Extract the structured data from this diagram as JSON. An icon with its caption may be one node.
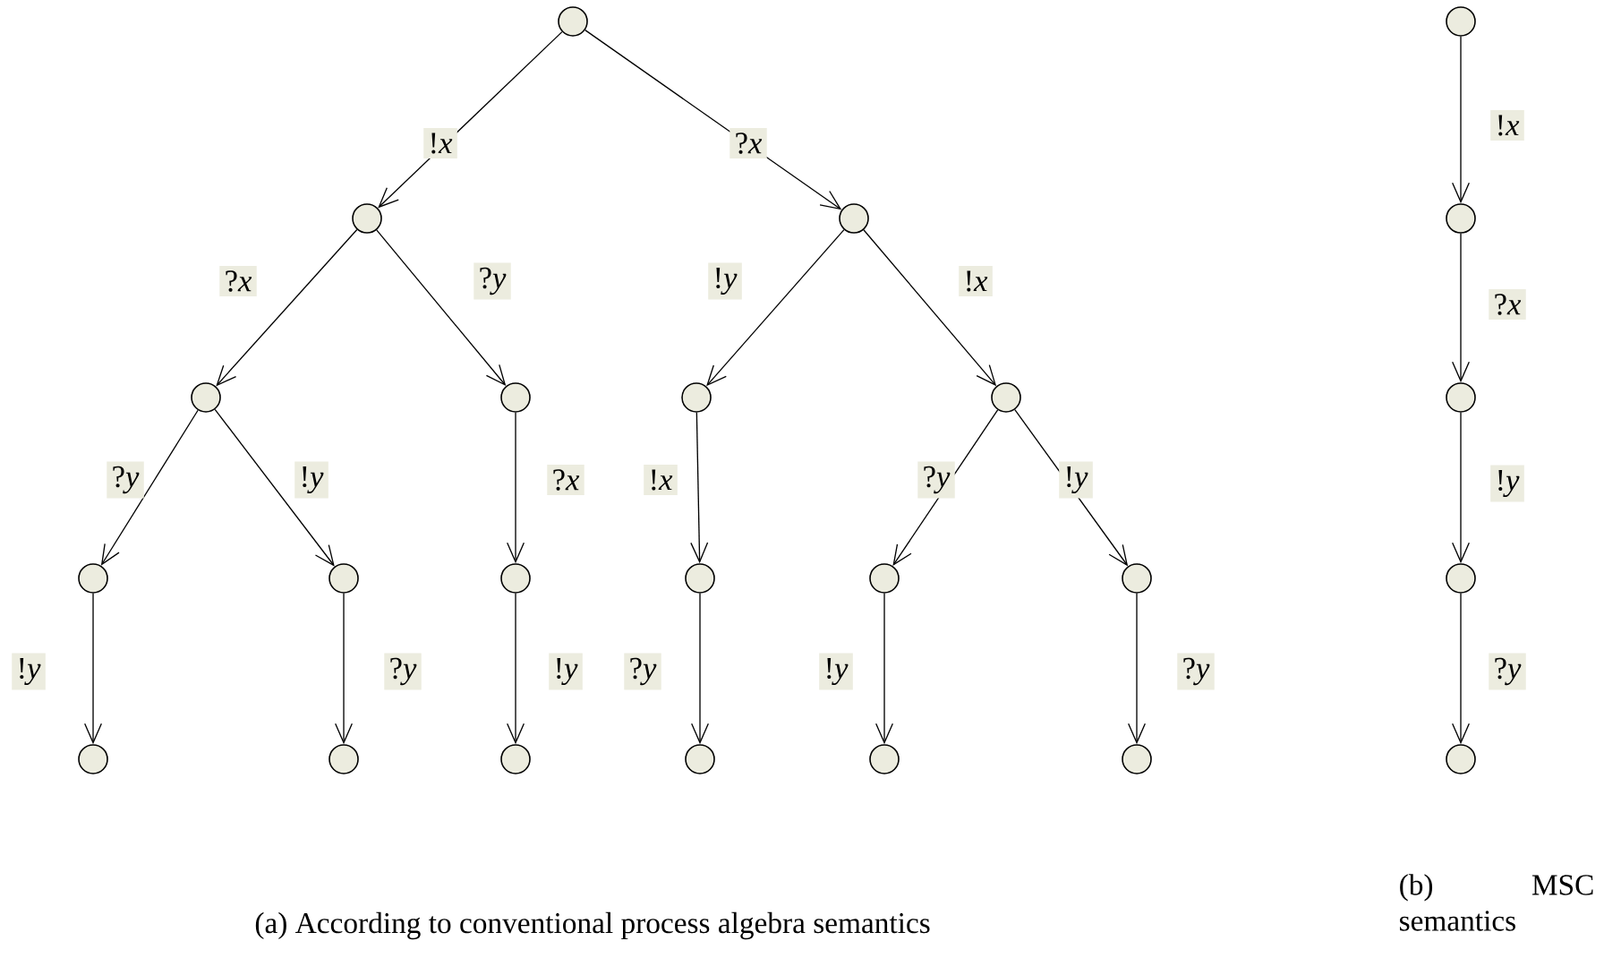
{
  "diagram": {
    "nodes": [
      {
        "text": [],
        "shape": "circle"
      },
      {
        "text": [],
        "shape": "circle"
      },
      {
        "text": [],
        "shape": "circle"
      },
      {
        "text": [],
        "shape": "circle"
      },
      {
        "text": [],
        "shape": "circle"
      },
      {
        "text": [],
        "shape": "circle"
      },
      {
        "text": [],
        "shape": "circle"
      },
      {
        "text": [],
        "shape": "circle"
      },
      {
        "text": [],
        "shape": "circle"
      },
      {
        "text": [],
        "shape": "circle"
      },
      {
        "text": [],
        "shape": "circle"
      },
      {
        "text": [],
        "shape": "circle"
      },
      {
        "text": [],
        "shape": "circle"
      },
      {
        "text": [],
        "shape": "circle"
      },
      {
        "text": [],
        "shape": "circle"
      },
      {
        "text": [],
        "shape": "circle"
      },
      {
        "text": [],
        "shape": "circle"
      },
      {
        "text": [],
        "shape": "circle"
      },
      {
        "text": [],
        "shape": "circle"
      },
      {
        "text": [],
        "shape": "circle"
      },
      {
        "text": [],
        "shape": "circle"
      },
      {
        "text": [],
        "shape": "circle"
      },
      {
        "text": [],
        "shape": "circle"
      },
      {
        "text": [],
        "shape": "circle"
      }
    ],
    "edges": [
      {
        "from": 0,
        "to": 1,
        "arrow": "to",
        "label": "!*x*"
      },
      {
        "from": 0,
        "to": 2,
        "arrow": "to",
        "label": "?*x*"
      },
      {
        "from": 1,
        "to": 3,
        "arrow": "to",
        "label": "?*x*"
      },
      {
        "from": 1,
        "to": 4,
        "arrow": "to",
        "label": "?*y*"
      },
      {
        "from": 2,
        "to": 5,
        "arrow": "to",
        "label": "!*y*"
      },
      {
        "from": 2,
        "to": 6,
        "arrow": "to",
        "label": "!*x*"
      },
      {
        "from": 3,
        "to": 7,
        "arrow": "to",
        "label": "?*y*"
      },
      {
        "from": 3,
        "to": 8,
        "arrow": "to",
        "label": "!*y*"
      },
      {
        "from": 4,
        "to": 9,
        "arrow": "to",
        "label": "?*x*"
      },
      {
        "from": 5,
        "to": 10,
        "arrow": "to",
        "label": "!*x*"
      },
      {
        "from": 6,
        "to": 11,
        "arrow": "to",
        "label": "?*y*"
      },
      {
        "from": 6,
        "to": 12,
        "arrow": "to",
        "label": "!*y*"
      },
      {
        "from": 7,
        "to": 13,
        "arrow": "to",
        "label": "!*y*"
      },
      {
        "from": 8,
        "to": 14,
        "arrow": "to",
        "label": "?*y*"
      },
      {
        "from": 9,
        "to": 15,
        "arrow": "to",
        "label": "!*y*"
      },
      {
        "from": 10,
        "to": 16,
        "arrow": "to",
        "label": "?*y*"
      },
      {
        "from": 11,
        "to": 17,
        "arrow": "to",
        "label": "!*y*"
      },
      {
        "from": 12,
        "to": 18,
        "arrow": "to",
        "label": "?*y*"
      },
      {
        "from": 19,
        "to": 20,
        "arrow": "to",
        "label": "!*x*"
      },
      {
        "from": 20,
        "to": 21,
        "arrow": "to",
        "label": "?*x*"
      },
      {
        "from": 21,
        "to": 22,
        "arrow": "to",
        "label": "!*y*"
      },
      {
        "from": 22,
        "to": 23,
        "arrow": "to",
        "label": "?*y*"
      }
    ],
    "labels": [
      "(a) According to conventional process algebra semantics",
      "(b) MSC semantics"
    ]
  }
}
